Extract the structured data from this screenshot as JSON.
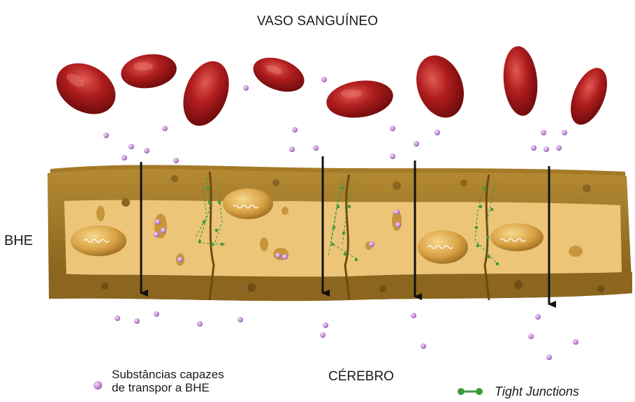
{
  "title": "VASO SANGUÍNEO",
  "side_label": "BHE",
  "bottom_label": "CÉREBRO",
  "legend": {
    "substances_line1": "Substâncias capazes",
    "substances_line2": "de transpor a BHE",
    "tight_junctions": "Tight Junctions"
  },
  "colors": {
    "red_cell": "#9b1214",
    "cell_outer": "#9c7424",
    "cell_inner": "#ecc579",
    "molecule": "#c98fd9",
    "junction": "#3d9a3d",
    "arrow": "#111111"
  }
}
